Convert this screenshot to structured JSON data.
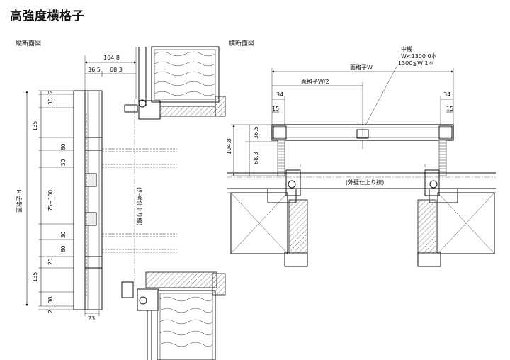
{
  "title": "高強度横格子",
  "vertical": {
    "label": "縦断面図",
    "dims": {
      "top_total": "104.8",
      "top_a": "36.5",
      "top_b": "68.3",
      "d2_top": "2",
      "d30_top": "30",
      "d135_top": "135",
      "d80_a": "80",
      "d30_a": "30",
      "d75_100": "75~100",
      "d30_b": "30",
      "d80_b": "80",
      "d20": "20",
      "d135_bot": "135",
      "d30_bot": "30",
      "d2_bot": "2",
      "bottom_23": "23",
      "height_label": "面格子 H"
    },
    "wall_line_label": "(外壁仕上り線)"
  },
  "horizontal": {
    "label": "横断面図",
    "dims": {
      "width_label": "面格子W",
      "half_label": "面格子W/2",
      "left_34": "34",
      "right_34": "34",
      "left_15": "15",
      "right_15": "15",
      "total_104_8": "104.8",
      "d36_5": "36.5",
      "d68_3": "68.3"
    },
    "note_lines": [
      "中桟",
      "W<1300 0本",
      "1300≦W 1本"
    ],
    "wall_line_label": "(外壁仕上り線)"
  }
}
